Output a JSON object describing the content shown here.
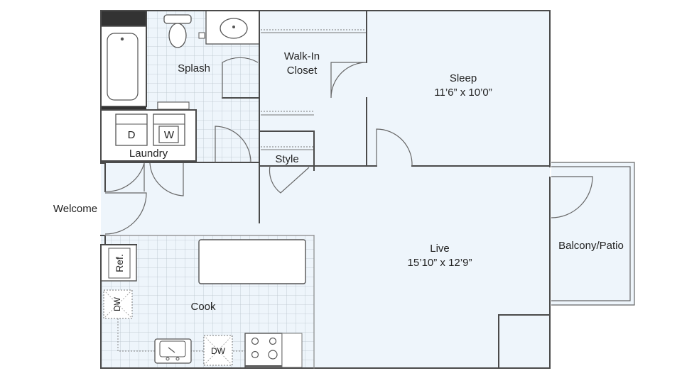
{
  "colors": {
    "room_fill": "#eef5fb",
    "wall": "#4a4a4a",
    "grid": "#b9c3cc",
    "fixture": "#555555",
    "dark_accent": "#333333"
  },
  "rooms": {
    "splash": {
      "name": "Splash"
    },
    "walk_in_closet": {
      "line1": "Walk-In",
      "line2": "Closet"
    },
    "sleep": {
      "name": "Sleep",
      "size": "11’6” x 10’0”"
    },
    "laundry": {
      "name": "Laundry",
      "dryer": "D",
      "washer": "W"
    },
    "style": {
      "name": "Style"
    },
    "welcome": {
      "name": "Welcome"
    },
    "live": {
      "name": "Live",
      "size": "15’10” x 12’9”"
    },
    "balcony": {
      "name": "Balcony/Patio"
    },
    "cook": {
      "name": "Cook",
      "refrigerator": "Ref.",
      "dishwasher_left": "DW",
      "dishwasher_bottom": "DW"
    }
  },
  "icons": [
    "bathtub-icon",
    "toilet-icon",
    "sink-icon",
    "washer-icon",
    "dryer-icon",
    "kitchen-sink-icon",
    "range-icon",
    "door-swing-icon"
  ]
}
